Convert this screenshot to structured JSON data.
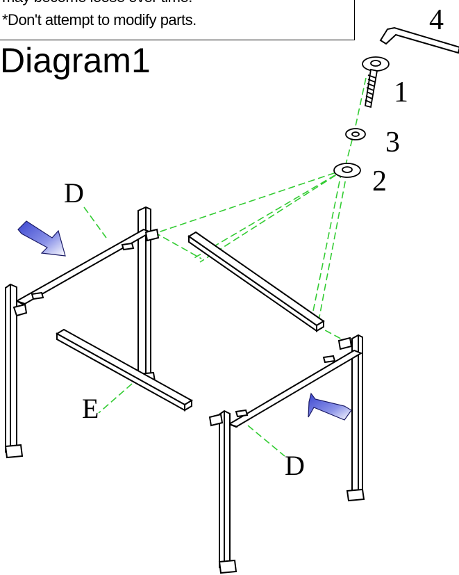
{
  "notes": {
    "line1": "may become loose over time.",
    "line2": "*Don't attempt to modify parts."
  },
  "title": "Diagram1",
  "labels": {
    "part1": "1",
    "part2": "2",
    "part3": "3",
    "part4": "4",
    "frame_back": "D",
    "frame_front": "D",
    "crossbar": "E"
  },
  "colors": {
    "guide_line": "#33cc33",
    "arrow_fill": "#4a55d8",
    "line": "#000000"
  }
}
